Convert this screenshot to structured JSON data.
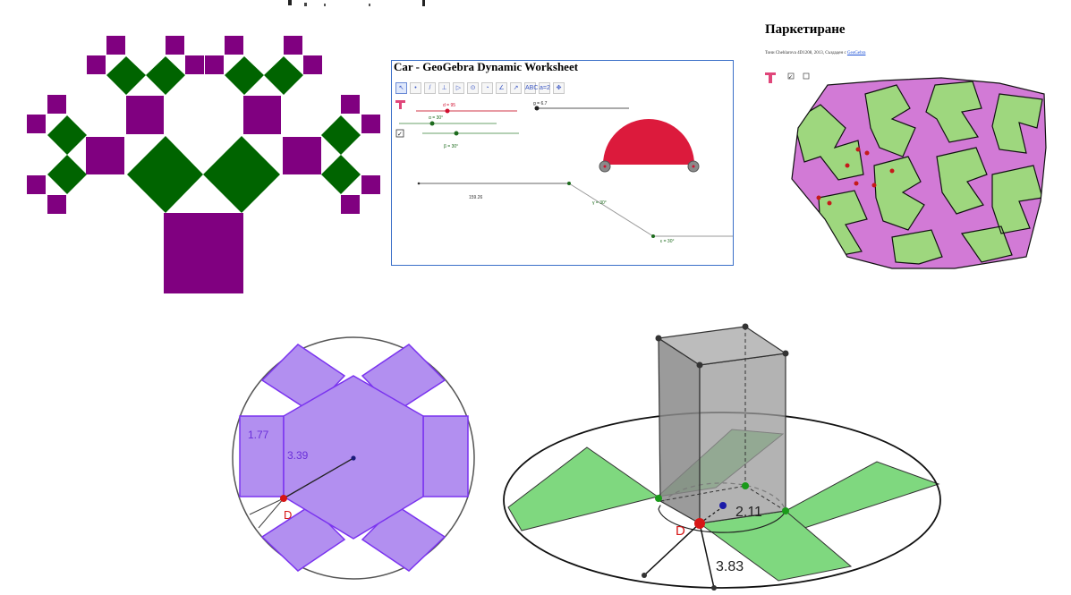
{
  "car_worksheet": {
    "title": "Car - GeoGebra Dynamic Worksheet",
    "tools": [
      "↖",
      "•",
      "/",
      "⊥",
      "▷",
      "⊙",
      "◔",
      "∠",
      "↗",
      "ABC",
      "a=2",
      "✥"
    ],
    "sliders": {
      "d": "d = 95",
      "g": "g = 6.7",
      "a": "α = 30°",
      "b": "β = 30°"
    },
    "length_value": "159.26",
    "angle_labels": [
      "γ = 30°",
      "ε = 30°"
    ]
  },
  "parquet": {
    "title": "Паркетиране",
    "credit_text": "Тони Chehlarova 4D1208, 2013, Създаден с ",
    "credit_link": "GeoGebra"
  },
  "octagon_figure": {
    "side_label": "1.77",
    "radius_label": "3.39",
    "point_label": "D",
    "fill_color": "#b28ff0",
    "stroke_color": "#7a33ef"
  },
  "prism_figure": {
    "height_label": "2.11",
    "base_label": "3.83",
    "point_label": "D",
    "strip_color": "#7fd87f",
    "prism_color": "#8a8a8a"
  },
  "tree_figure": {
    "purple": "#800080",
    "green": "#006400"
  }
}
